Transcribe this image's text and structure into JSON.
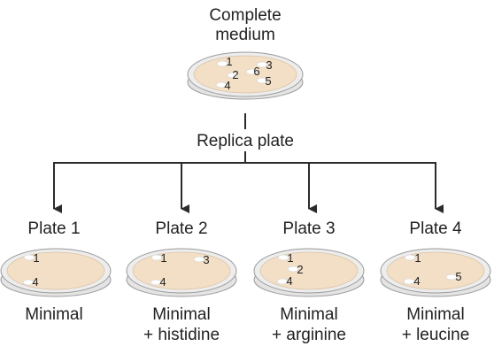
{
  "top": {
    "title_line1": "Complete",
    "title_line2": "medium",
    "colony_labels": [
      "1",
      "2",
      "3",
      "4",
      "5",
      "6"
    ]
  },
  "replica_label": "Replica plate",
  "plates": [
    {
      "title": "Plate 1",
      "medium_line1": "Minimal",
      "medium_line2": "",
      "colony_labels": [
        "1",
        "4"
      ]
    },
    {
      "title": "Plate 2",
      "medium_line1": "Minimal",
      "medium_line2": "+ histidine",
      "colony_labels": [
        "1",
        "3",
        "4"
      ]
    },
    {
      "title": "Plate 3",
      "medium_line1": "Minimal",
      "medium_line2": "+ arginine",
      "colony_labels": [
        "1",
        "2",
        "4"
      ]
    },
    {
      "title": "Plate 4",
      "medium_line1": "Minimal",
      "medium_line2": "+ leucine",
      "colony_labels": [
        "1",
        "4",
        "5"
      ]
    }
  ],
  "colors": {
    "medium": "#f2dfc6",
    "plate_rim": "#e4e4e4",
    "plate_outline": "#9a9a9a",
    "colony": "#ffffff",
    "line": "#2b2b2b"
  }
}
